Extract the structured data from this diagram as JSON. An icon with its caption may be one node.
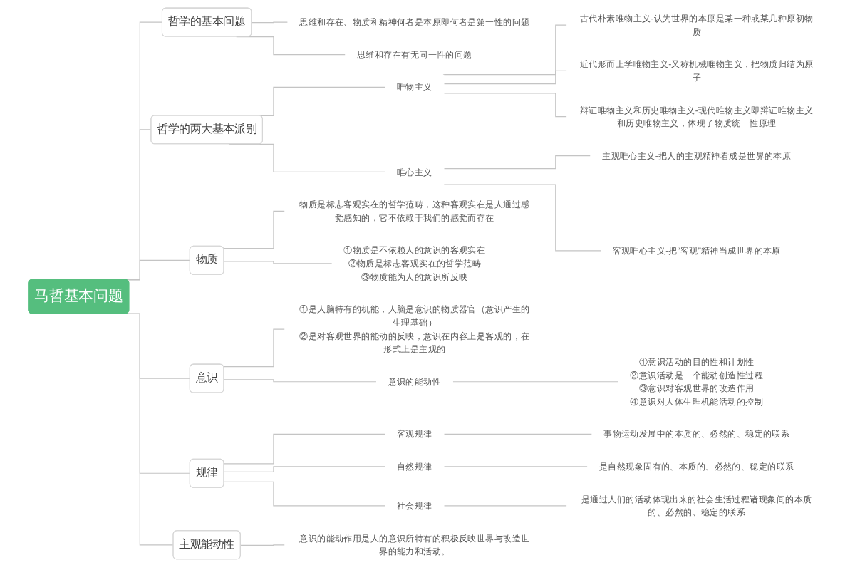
{
  "diagram": {
    "nodes": [
      {
        "text": [
          "马哲基本问题"
        ]
      },
      {
        "text": [
          "哲学的基本问题"
        ]
      },
      {
        "text": [
          "思维和存在、物质和精神何者是本原即何者是第一性的问题"
        ]
      },
      {
        "text": [
          "思维和存在有无同一性的问题"
        ]
      },
      {
        "text": [
          "哲学的两大基本派别"
        ]
      },
      {
        "text": [
          "唯物主义"
        ]
      },
      {
        "text": [
          "古代朴素唯物主义-认为世界的本原是某一种或某几种原初物质"
        ]
      },
      {
        "text": [
          "近代形而上学唯物主义-又称机械唯物主义，把物质归结为原子"
        ]
      },
      {
        "text": [
          "辩证唯物主义和历史唯物主义-现代唯物主义即辩证唯物主义和历史唯物主义，体现了物质统一性原理"
        ]
      },
      {
        "text": [
          "唯心主义"
        ]
      },
      {
        "text": [
          "主观唯心主义-把人的主观精神看成是世界的本原"
        ]
      },
      {
        "text": [
          "客观唯心主义-把“客观”精神当成世界的本原"
        ]
      },
      {
        "text": [
          "物质"
        ]
      },
      {
        "text": [
          "物质是标志客观实在的哲学范畴，这种客观实在是人通过感觉感知的，它不依赖于我们的感觉而存在"
        ]
      },
      {
        "text": [
          "①物质是不依赖人的意识的客观实在",
          "②物质是标志客观实在的哲学范畴",
          "③物质能为人的意识所反映"
        ]
      },
      {
        "text": [
          "意识"
        ]
      },
      {
        "text": [
          "①是人脑特有的机能，人脑是意识的物质器官（意识产生的生理基础）",
          "②是对客观世界的能动的反映，意识在内容上是客观的，在形式上是主观的"
        ]
      },
      {
        "text": [
          "意识的能动性"
        ]
      },
      {
        "text": [
          "①意识活动的目的性和计划性",
          "②意识活动是一个能动创造性过程",
          "③意识对客观世界的改造作用",
          "④意识对人体生理机能活动的控制"
        ]
      },
      {
        "text": [
          "规律"
        ]
      },
      {
        "text": [
          "客观规律"
        ]
      },
      {
        "text": [
          "事物运动发展中的本质的、必然的、稳定的联系"
        ]
      },
      {
        "text": [
          "自然规律"
        ]
      },
      {
        "text": [
          "是自然现象固有的、本质的、必然的、稳定的联系"
        ]
      },
      {
        "text": [
          "社会规律"
        ]
      },
      {
        "text": [
          "是通过人们的活动体现出来的社会生活过程诸现象间的本质的、必然的、稳定的联系"
        ]
      },
      {
        "text": [
          "主观能动性"
        ]
      },
      {
        "text": [
          "意识的能动作用是人的意识所特有的积极反映世界与改造世界的能力和活动。"
        ]
      }
    ],
    "edges": [
      {
        "from": 0,
        "to": 1,
        "arrow": "none"
      },
      {
        "from": 1,
        "to": 2,
        "arrow": "none"
      },
      {
        "from": 1,
        "to": 3,
        "arrow": "none"
      },
      {
        "from": 0,
        "to": 4,
        "arrow": "none"
      },
      {
        "from": 4,
        "to": 5,
        "arrow": "none"
      },
      {
        "from": 5,
        "to": 6,
        "arrow": "none"
      },
      {
        "from": 5,
        "to": 7,
        "arrow": "none"
      },
      {
        "from": 5,
        "to": 8,
        "arrow": "none"
      },
      {
        "from": 4,
        "to": 9,
        "arrow": "none"
      },
      {
        "from": 9,
        "to": 10,
        "arrow": "none"
      },
      {
        "from": 9,
        "to": 11,
        "arrow": "none"
      },
      {
        "from": 0,
        "to": 12,
        "arrow": "none"
      },
      {
        "from": 12,
        "to": 13,
        "arrow": "none"
      },
      {
        "from": 12,
        "to": 14,
        "arrow": "none"
      },
      {
        "from": 0,
        "to": 15,
        "arrow": "none"
      },
      {
        "from": 15,
        "to": 16,
        "arrow": "none"
      },
      {
        "from": 15,
        "to": 17,
        "arrow": "none"
      },
      {
        "from": 17,
        "to": 18,
        "arrow": "none"
      },
      {
        "from": 0,
        "to": 19,
        "arrow": "none"
      },
      {
        "from": 19,
        "to": 20,
        "arrow": "none"
      },
      {
        "from": 20,
        "to": 21,
        "arrow": "none"
      },
      {
        "from": 19,
        "to": 22,
        "arrow": "none"
      },
      {
        "from": 22,
        "to": 23,
        "arrow": "none"
      },
      {
        "from": 19,
        "to": 24,
        "arrow": "none"
      },
      {
        "from": 24,
        "to": 25,
        "arrow": "none"
      },
      {
        "from": 0,
        "to": 26,
        "arrow": "none"
      },
      {
        "from": 26,
        "to": 27,
        "arrow": "none"
      }
    ]
  }
}
